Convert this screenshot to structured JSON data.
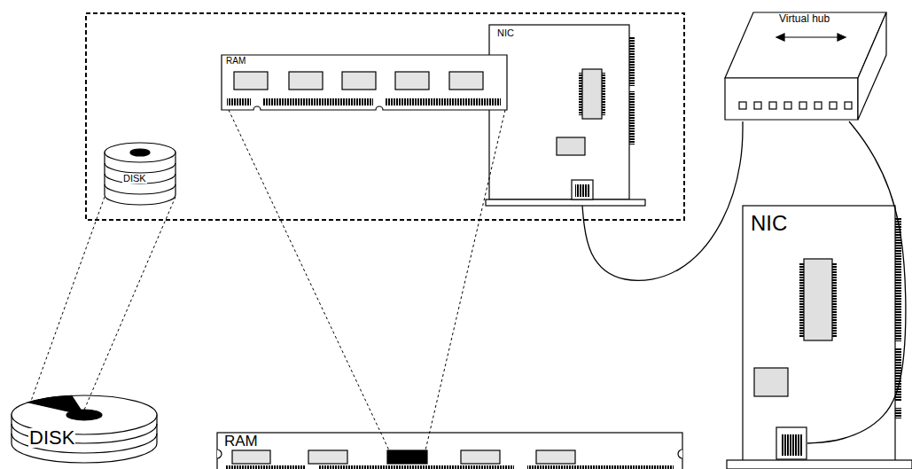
{
  "diagram": {
    "nodes": [
      {
        "text": [
          "RAM"
        ]
      },
      {
        "text": [
          "NIC"
        ]
      },
      {
        "text": [
          "Virtual hub"
        ]
      },
      {
        "text": [
          "DISK"
        ]
      },
      {
        "text": [
          "NIC"
        ]
      },
      {
        "text": [
          "DISK"
        ]
      },
      {
        "text": [
          "RAM"
        ]
      }
    ],
    "edges": [
      {
        "from": 3,
        "to": 5,
        "arrow": "none"
      },
      {
        "from": 0,
        "to": 6,
        "arrow": "none"
      },
      {
        "from": 1,
        "to": 2,
        "arrow": "none"
      },
      {
        "from": 2,
        "to": 4,
        "arrow": "none"
      }
    ]
  }
}
